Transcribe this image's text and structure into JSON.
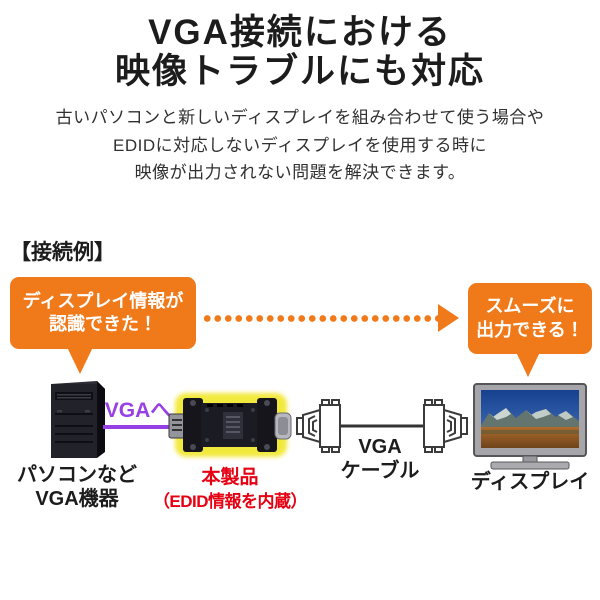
{
  "title": {
    "line1": "VGA接続における",
    "line2": "映像トラブルにも対応"
  },
  "description": {
    "lines": [
      "古いパソコンと新しいディスプレイを組み合わせて使う場合や",
      "EDIDに対応しないディスプレイを使用する時に",
      "映像が出力されない問題を解決できます。"
    ]
  },
  "section": {
    "label": "【接続例】"
  },
  "diagram": {
    "left_bubble": {
      "line1": "ディスプレイ情報が",
      "line2": "認識できた！"
    },
    "right_bubble": {
      "line1": "スムーズに",
      "line2": "出力できる！"
    },
    "vga_to_label": "VGAへ",
    "pc_label": {
      "line1": "パソコンなど",
      "line2": "VGA機器"
    },
    "product_label": {
      "line1": "本製品",
      "line2": "（EDID情報を内蔵）"
    },
    "cable_label": {
      "line1": "VGA",
      "line2": "ケーブル"
    },
    "display_label": "ディスプレイ"
  },
  "colors": {
    "orange": "#F0791A",
    "purple": "#9640E6",
    "red": "#E60012",
    "yellow_glow": "#F2E93E",
    "text_dark": "#1C1C1C",
    "text_body": "#303030"
  }
}
